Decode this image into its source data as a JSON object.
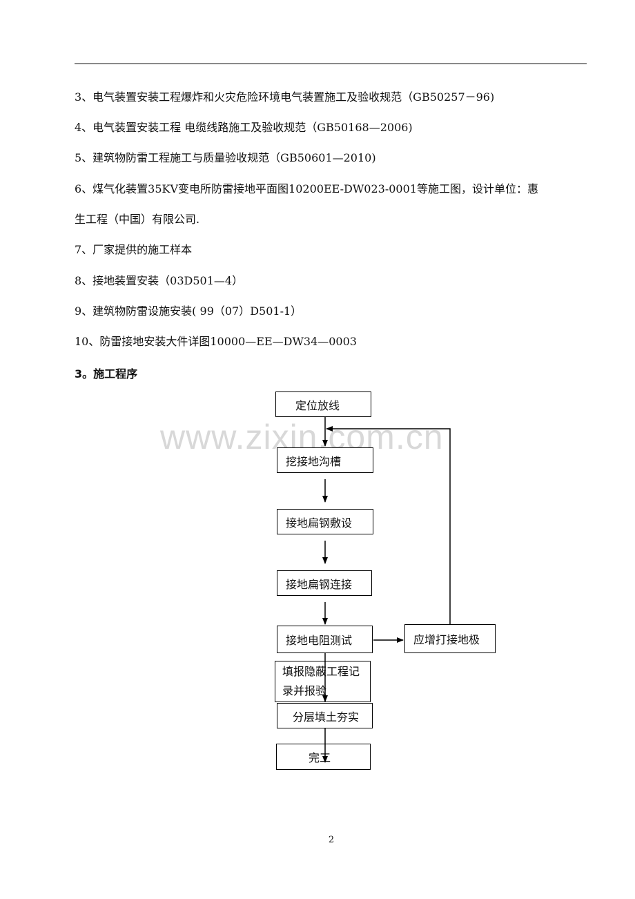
{
  "references": [
    "3、电气装置安装工程爆炸和火灾危险环境电气装置施工及验收规范（GB50257－96)",
    "4、电气装置安装工程 电缆线路施工及验收规范（GB50168—2006)",
    "5、建筑物防雷工程施工与质量验收规范（GB50601—2010)",
    "6、煤气化装置35KV变电所防雷接地平面图10200EE-DW023-0001等施工图，设计单位：惠",
    "生工程（中国）有限公司.",
    "7、厂家提供的施工样本",
    "8、接地装置安装（03D501—4）",
    "9、建筑物防雷设施安装( 99（07）D501-1）",
    "10、防雷接地安装大件详图10000—EE—DW34—0003"
  ],
  "section_heading": "3。施工程序",
  "watermark": "www.zixin.com.cn",
  "flowchart": {
    "steps": [
      "定位放线",
      "挖接地沟槽",
      "接地扁钢敷设",
      "接地扁钢连接",
      "接地电阻测试"
    ],
    "side_step": "应增打接地极",
    "record_step_line1": "填报隐蔽工程记",
    "record_step_line2": "录并报验",
    "backfill_step": "分层填土夯实",
    "final_step": "完工"
  },
  "page_number": "2"
}
